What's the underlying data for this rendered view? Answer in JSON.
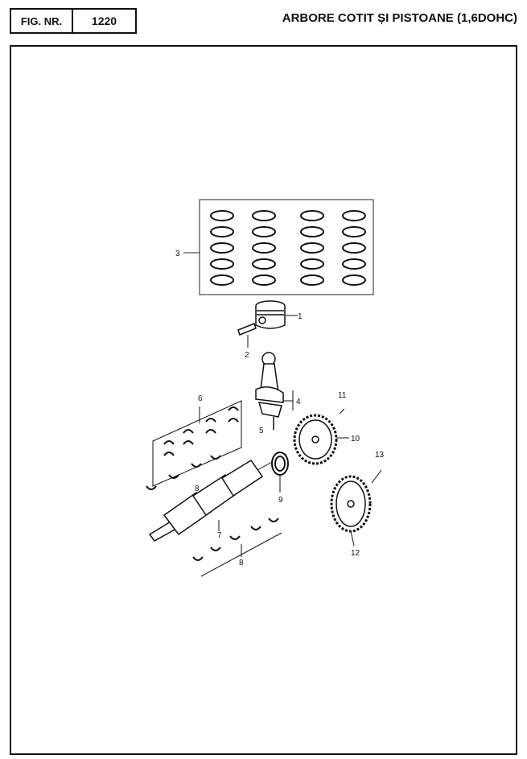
{
  "header": {
    "fig_label": "FIG. NR.",
    "fig_number": "1220",
    "title": "ARBORE COTIT ȘI PISTOANE (1,6DOHC)"
  },
  "diagram": {
    "callouts": [
      "1",
      "2",
      "3",
      "4",
      "5",
      "6",
      "7",
      "8",
      "8",
      "9",
      "10",
      "11",
      "12",
      "13"
    ]
  }
}
